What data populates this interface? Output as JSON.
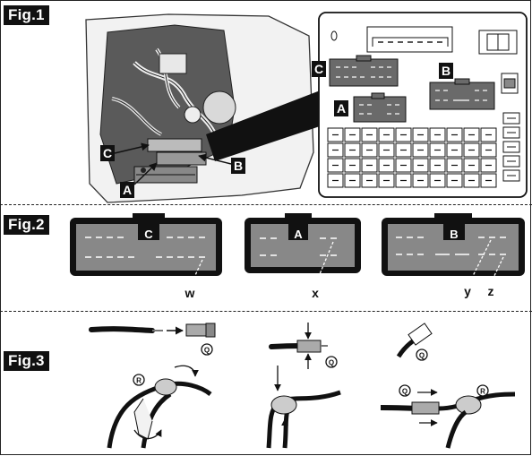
{
  "figures": {
    "fig1": {
      "tag": "Fig.1"
    },
    "fig2": {
      "tag": "Fig.2"
    },
    "fig3": {
      "tag": "Fig.3"
    }
  },
  "fig1": {
    "callouts": {
      "a": "A",
      "b": "B",
      "c": "C"
    }
  },
  "fig2": {
    "connectors": [
      {
        "letter": "C",
        "pin_label": "w"
      },
      {
        "letter": "A",
        "pin_label": "x"
      },
      {
        "letter": "B",
        "pin_labels": [
          "y",
          "z"
        ]
      }
    ]
  },
  "fig3": {
    "parts": {
      "q": "Q",
      "r": "R"
    }
  }
}
